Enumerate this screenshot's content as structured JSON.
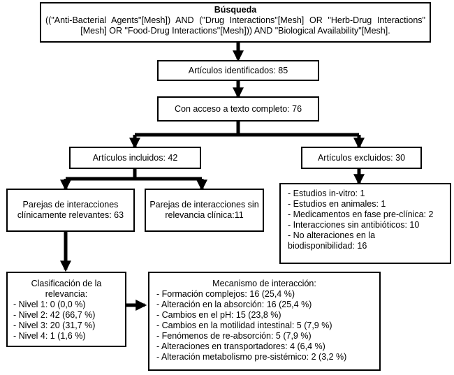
{
  "search": {
    "title": "Búsqueda",
    "query": "((\"Anti-Bacterial Agents\"[Mesh]) AND (\"Drug Interactions\"[Mesh] OR \"Herb-Drug Interactions\"[Mesh] OR \"Food-Drug Interactions\"[Mesh])) AND \"Biological Availability\"[Mesh]."
  },
  "identified": "Artículos identificados: 85",
  "full_text": "Con acceso a texto completo: 76",
  "included": "Artículos incluidos: 42",
  "excluded": {
    "label": "Artículos excluidos: 30",
    "reasons": [
      "- Estudios in-vitro: 1",
      "- Estudios en animales: 1",
      "- Medicamentos en fase pre-clínica: 2",
      "- Interacciones sin antibióticos: 10",
      "- No alteraciones en la biodisponibilidad: 16"
    ]
  },
  "relevant_pairs": "Parejas de interacciones clínicamente relevantes: 63",
  "nonrelevant_pairs": "Parejas de interacciones sin relevancia clínica:11",
  "classification": {
    "title": "Clasificación de la relevancia:",
    "levels": [
      "- Nivel 1: 0 (0,0 %)",
      "- Nivel 2: 42 (66,7 %)",
      "- Nivel 3: 20 (31,7 %)",
      "- Nivel 4: 1 (1,6 %)"
    ]
  },
  "mechanism": {
    "title": "Mecanismo de interacción:",
    "items": [
      "- Formación complejos: 16 (25,4 %)",
      "- Alteración en la absorción: 16 (25,4 %)",
      "- Cambios en el pH: 15 (23,8 %)",
      "- Cambios en la motilidad intestinal: 5 (7,9 %)",
      "- Fenómenos de re-absorción: 5 (7,9 %)",
      "- Alteraciones en transportadores: 4 (6,4 %)",
      "- Alteración metabolismo pre-sistémico: 2 (3,2 %)"
    ]
  }
}
